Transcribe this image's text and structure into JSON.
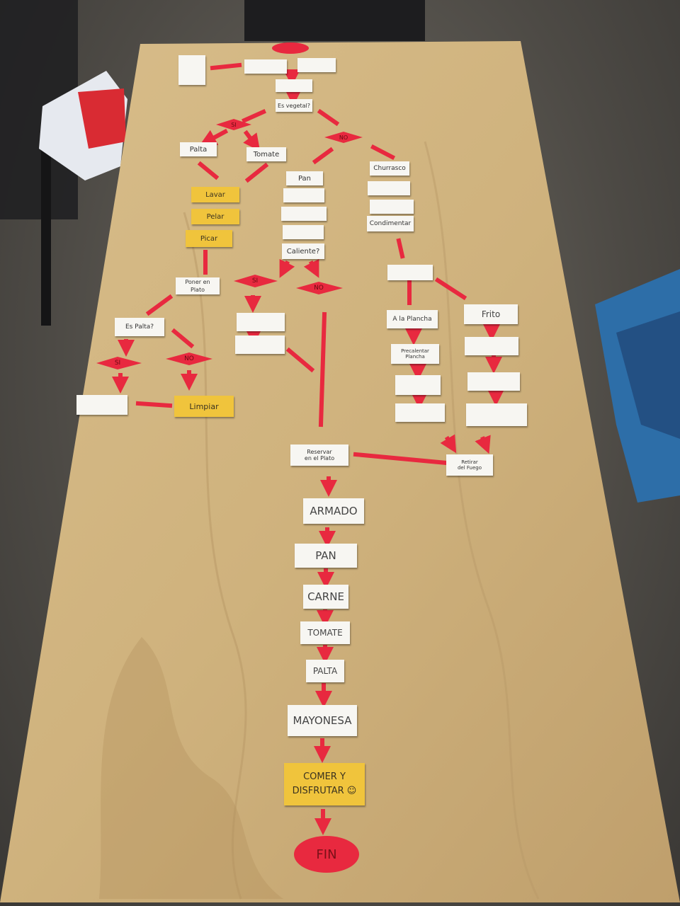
{
  "flowchart": {
    "nodes": {
      "n_ingredients": "",
      "n_sacar_1": "",
      "n_sacar_2": "",
      "n_poner": "",
      "n_vegetal": "Es vegetal?",
      "n_palta": "Palta",
      "n_tomate": "Tomate",
      "n_pan": "Pan",
      "n_sacar_bolsa": "",
      "n_cortar": "",
      "n_poner_plato": "",
      "n_caliente": "Caliente?",
      "n_churrasco": "Churrasco",
      "n_sacar_envase": "",
      "n_poner_plato_2": "",
      "n_condimentar": "Condimentar",
      "n_lavar": "Lavar",
      "n_pelar": "Pelar",
      "n_picar": "Picar",
      "n_poner_plato_3": "Poner en Plato",
      "n_tipo_coccion": "",
      "n_a_la_plancha": "A la Plancha",
      "n_frito": "Frito",
      "n_es_palta": "Es Palta?",
      "n_precalentar": "",
      "n_al_horno": "",
      "n_precalentar_plancha": "Precalentar\nPlancha",
      "n_precalentar_sarten": "",
      "n_poner_carne": "",
      "n_introducir_carne": "",
      "n_dar_vuelta": "",
      "n_freir": "",
      "n_moler": "",
      "n_limpiar": "Limpiar",
      "n_reservar": "Reservar\nen el Plato",
      "n_retirar": "Retirar\ndel Fuego",
      "n_armado": "ARMADO",
      "n_pan2": "PAN",
      "n_carne": "CARNE",
      "n_tomate2": "TOMATE",
      "n_palta2": "PALTA",
      "n_mayonesa": "MAYONESA",
      "n_comer": "COMER Y\nDISFRUTAR ☺",
      "n_fin": "FIN"
    },
    "decisions": {
      "d_start": "",
      "d_vegetal_si": "SI",
      "d_vegetal_no": "NO",
      "d_caliente_si": "SI",
      "d_caliente_no": "NO",
      "d_palta_si": "SI",
      "d_palta_no": "NO"
    }
  },
  "colors": {
    "wood": "#cdb07c",
    "wood_light": "#dcc596",
    "paper_red": "#e8293f",
    "paper_white": "#f7f6f2",
    "paper_yellow": "#f0c43c"
  }
}
